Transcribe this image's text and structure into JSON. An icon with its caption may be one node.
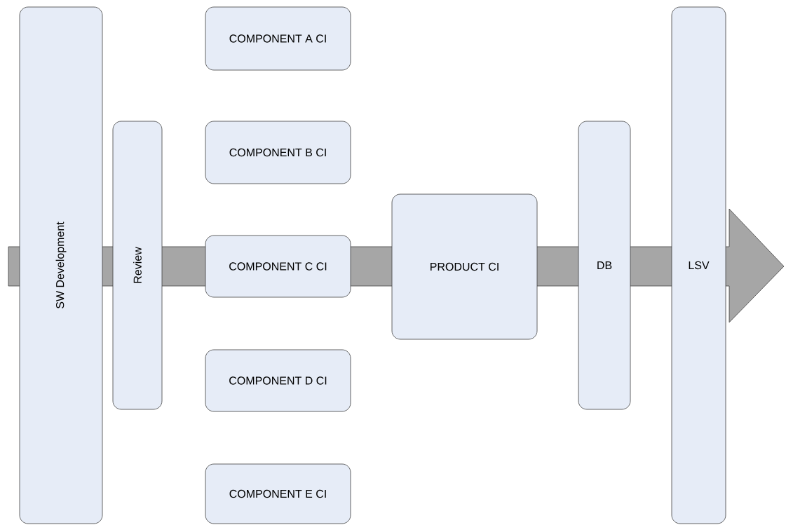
{
  "diagram": {
    "nodes": [
      {
        "text": [
          "SW Development"
        ]
      },
      {
        "text": [
          "Review"
        ]
      },
      {
        "text": [
          "COMPONENT A CI"
        ]
      },
      {
        "text": [
          "COMPONENT B CI"
        ]
      },
      {
        "text": [
          "COMPONENT C CI"
        ]
      },
      {
        "text": [
          "COMPONENT D CI"
        ]
      },
      {
        "text": [
          "COMPONENT E CI"
        ]
      },
      {
        "text": [
          "PRODUCT CI"
        ]
      },
      {
        "text": [
          "DB"
        ]
      },
      {
        "text": [
          "LSV"
        ]
      }
    ]
  }
}
